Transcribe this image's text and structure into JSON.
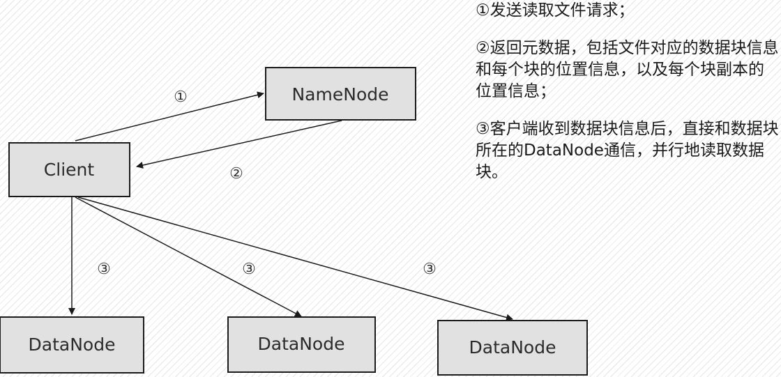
{
  "diagram": {
    "nodes": {
      "namenode": "NameNode",
      "client": "Client",
      "datanode_1": "DataNode",
      "datanode_2": "DataNode",
      "datanode_3": "DataNode"
    },
    "steps": {
      "step1": "①",
      "step2": "②",
      "step3a": "③",
      "step3b": "③",
      "step3c": "③"
    }
  },
  "notes": [
    "①发送读取文件请求；",
    "②返回元数据，包括文件对应的数据块信息和每个块的位置信息，以及每个块副本的位置信息；",
    "③客户端收到数据块信息后，直接和数据块所在的DataNode通信，并行地读取数据块。"
  ],
  "colors": {
    "node_fill": "#e1e1e1",
    "node_border": "#1a1a1a",
    "arrow": "#1a1a1a"
  }
}
